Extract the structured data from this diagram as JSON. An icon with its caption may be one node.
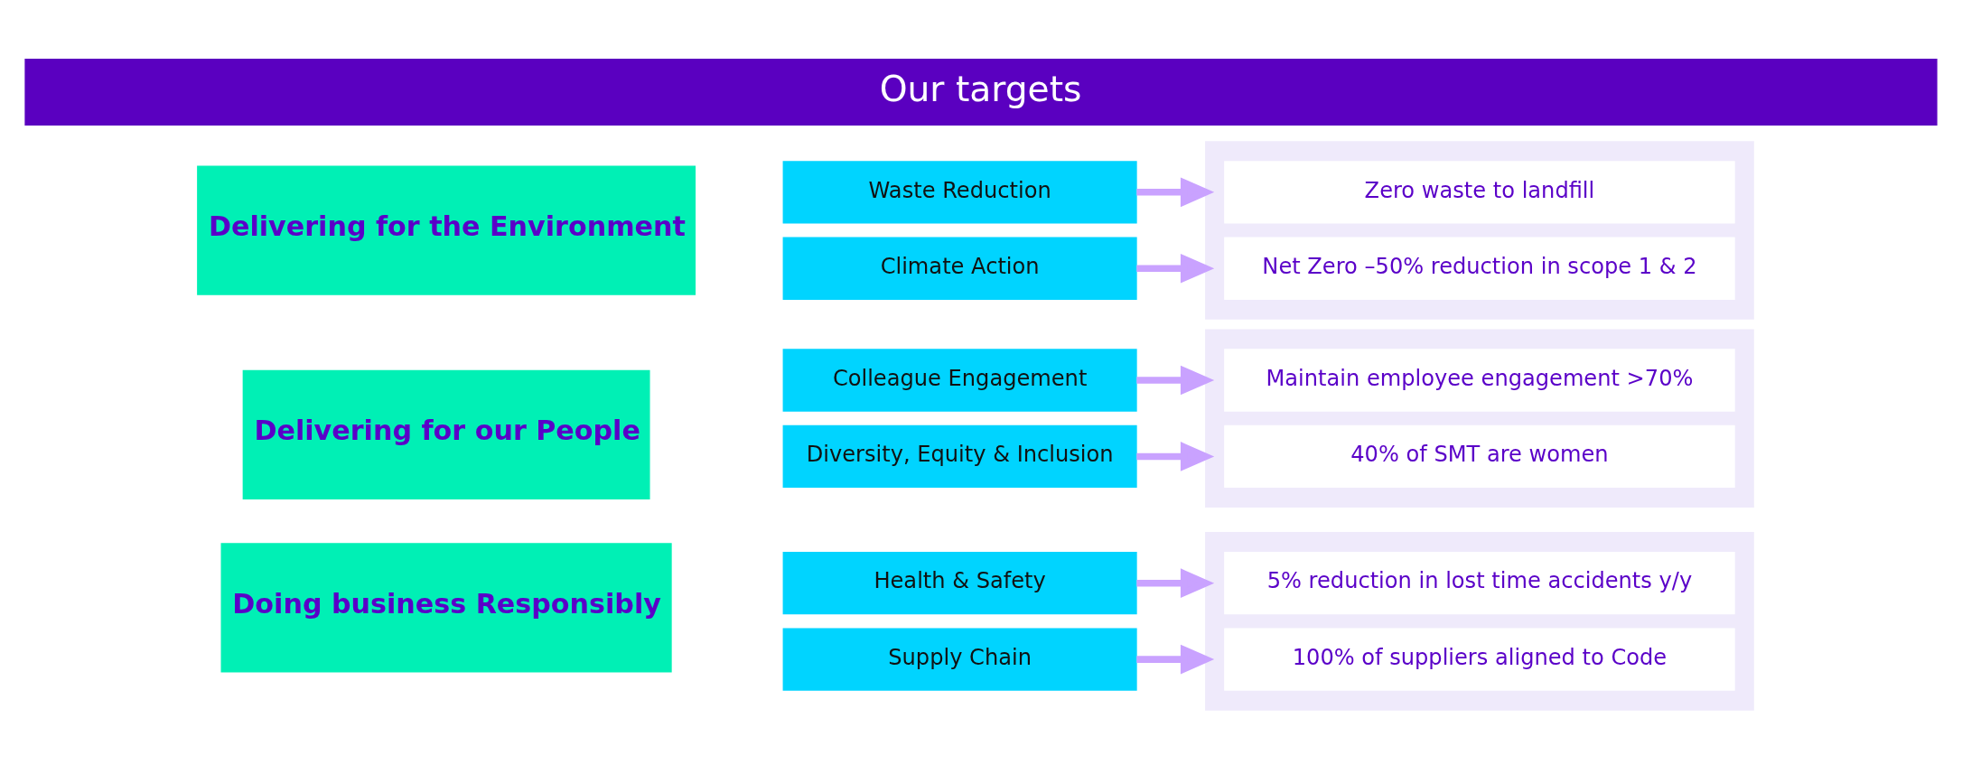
{
  "diagram": {
    "title": "Our targets",
    "nodes": [
      {
        "text": [
          "Delivering for the Environment"
        ]
      },
      {
        "text": [
          "Climate Action"
        ]
      },
      {
        "text": [
          "Waste Reduction"
        ]
      },
      {
        "text": [],
        "shape": "box"
      },
      {
        "text": [
          "Net Zero –50% reduction in scope 1 & 2"
        ],
        "in": 3
      },
      {
        "text": [
          "Zero waste to landfill"
        ],
        "in": 3
      },
      {
        "text": [
          "Delivering for our People"
        ]
      },
      {
        "text": [
          "Diversity, Equity & Inclusion"
        ]
      },
      {
        "text": [
          "Colleague Engagement"
        ]
      },
      {
        "text": [],
        "shape": "box"
      },
      {
        "text": [
          "40% of SMT are women"
        ],
        "in": 9
      },
      {
        "text": [
          "Maintain employee engagement >70%"
        ],
        "in": 9
      },
      {
        "text": [
          "Doing business Responsibly"
        ]
      },
      {
        "text": [
          "Supply Chain"
        ]
      },
      {
        "text": [
          "Health & Safety"
        ]
      },
      {
        "text": [],
        "shape": "box"
      },
      {
        "text": [
          "100% of suppliers aligned to Code"
        ],
        "in": 15
      },
      {
        "text": [
          "5% reduction in lost time accidents y/y"
        ],
        "in": 15
      }
    ],
    "edges": [
      {
        "from": 1,
        "to": 3,
        "arrow": "to"
      },
      {
        "from": 2,
        "to": 3,
        "arrow": "to"
      },
      {
        "from": 7,
        "to": 9,
        "arrow": "to"
      },
      {
        "from": 8,
        "to": 9,
        "arrow": "to"
      },
      {
        "from": 13,
        "to": 15,
        "arrow": "to"
      },
      {
        "from": 14,
        "to": 15,
        "arrow": "to"
      }
    ]
  }
}
